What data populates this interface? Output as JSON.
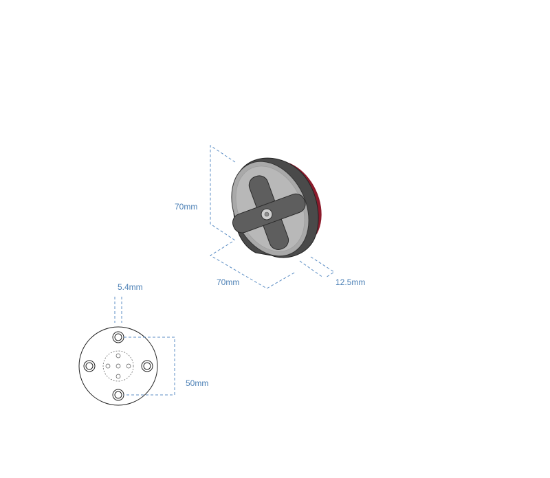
{
  "dimensions": {
    "height": "70mm",
    "width": "70mm",
    "depth": "12.5mm",
    "hole_diameter": "5.4mm",
    "hole_spacing": "50mm"
  },
  "colors": {
    "dimension_line": "#5b8dc4",
    "dimension_text": "#4a7fb5",
    "disc_face": "#a9a9a9",
    "disc_edge": "#4a4a4a",
    "cross_knob": "#5e5e5e",
    "pad_accent": "#8b1a2b"
  }
}
